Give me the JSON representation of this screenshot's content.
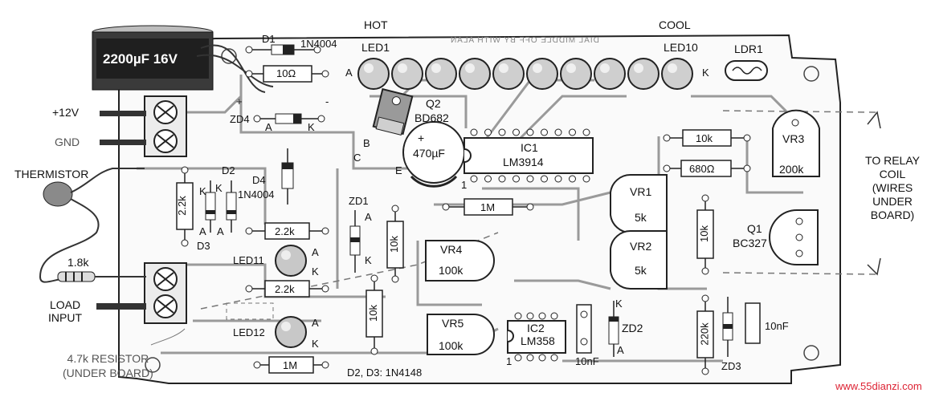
{
  "diagram": {
    "header": {
      "hot": "HOT",
      "cool": "COOL"
    },
    "capacitor_main": "2200µF 16V",
    "mirror_text": "DIAL MIDDLE OFF BY WITH ALAN",
    "components": {
      "d1": "D1",
      "d1_type": "1N4004",
      "r_10ohm": "10Ω",
      "zd4": "ZD4",
      "d2": "D2",
      "d3": "D3",
      "d4": "D4",
      "d4_type": "1N4004",
      "r_2k2_v": "2.2k",
      "r_2k2_a": "2.2k",
      "r_2k2_b": "2.2k",
      "led11": "LED11",
      "led12": "LED12",
      "r_1m_bottom": "1M",
      "zd1": "ZD1",
      "r_10k_a": "10k",
      "r_10k_b": "10k",
      "q2": "Q2",
      "q2_type": "BD682",
      "cap_470": "470µF",
      "ic1": "IC1",
      "ic1_type": "LM3914",
      "r_1m_mid": "1M",
      "vr4": "VR4",
      "vr4_val": "100k",
      "vr5": "VR5",
      "vr5_val": "100k",
      "ic2": "IC2",
      "ic2_type": "LM358",
      "cap_10nf_a": "10nF",
      "zd2": "ZD2",
      "vr1": "VR1",
      "vr1_val": "5k",
      "vr2": "VR2",
      "vr2_val": "5k",
      "r_10k_top": "10k",
      "r_680": "680Ω",
      "r_10k_v": "10k",
      "r_220k": "220k",
      "zd3": "ZD3",
      "cap_10nf_b": "10nF",
      "vr3": "VR3",
      "vr3_val": "200k",
      "q1": "Q1",
      "q1_type": "BC327",
      "ldr1": "LDR1",
      "led1": "LED1",
      "led10": "LED10"
    },
    "pins": {
      "a": "A",
      "k": "K",
      "b": "B",
      "c": "C",
      "e": "E",
      "plus": "+",
      "minus": "-",
      "one": "1"
    },
    "terminals": {
      "v12": "+12V",
      "gnd": "GND"
    },
    "external": {
      "thermistor": "THERMISTOR",
      "r_1k8": "1.8k",
      "load_input": "LOAD\nINPUT",
      "resistor_note": "4.7k RESISTOR\n(UNDER BOARD)",
      "relay_note": "TO RELAY\nCOIL\n(WIRES\nUNDER\nBOARD)"
    },
    "footnote": "D2, D3: 1N4148",
    "watermark": "www.55dianzi.com"
  }
}
